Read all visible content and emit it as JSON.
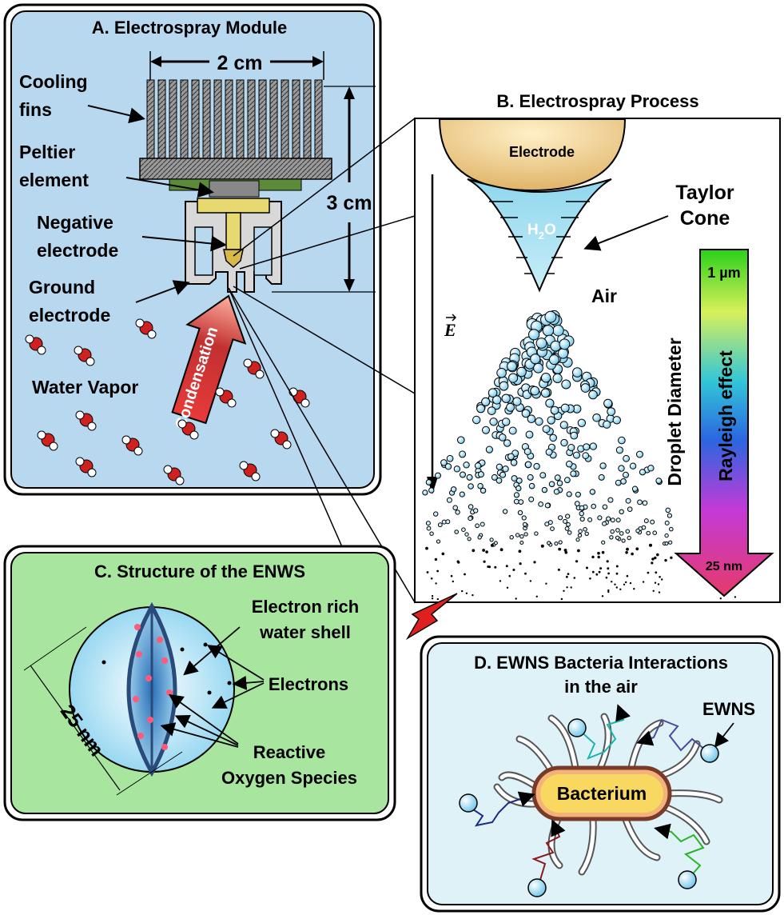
{
  "panel_a": {
    "title": "A. Electrospray Module",
    "width_label": "2 cm",
    "height_label": "3 cm",
    "cooling_fins_1": "Cooling",
    "cooling_fins_2": "fins",
    "peltier_1": "Peltier",
    "peltier_2": "element",
    "neg_electrode_1": "Negative",
    "neg_electrode_2": "electrode",
    "ground_electrode_1": "Ground",
    "ground_electrode_2": "electrode",
    "water_vapor": "Water Vapor",
    "condensation": "Condensation",
    "bg_color": "#b8d8f0"
  },
  "panel_b": {
    "title": "B. Electrospray Process",
    "electrode": "Electrode",
    "h2o_main": "H",
    "h2o_sub": "2",
    "h2o_end": "O",
    "taylor_1": "Taylor",
    "taylor_2": "Cone",
    "air": "Air",
    "field_label": "E",
    "droplet_diameter": "Droplet Diameter",
    "rayleigh": "Rayleigh effect",
    "top_size": "1 µm",
    "bottom_size": "25 nm"
  },
  "panel_c": {
    "title": "C. Structure of the ENWS",
    "shell_1": "Electron rich",
    "shell_2": "water shell",
    "electrons": "Electrons",
    "ros_1": "Reactive",
    "ros_2": "Oxygen Species",
    "size_label": "25 nm",
    "bg_color": "#a8e6a0"
  },
  "panel_d": {
    "title_1": "D. EWNS Bacteria Interactions",
    "title_2": "in the air",
    "ewns": "EWNS",
    "bacterium": "Bacterium",
    "bg_color": "#def2f8"
  }
}
